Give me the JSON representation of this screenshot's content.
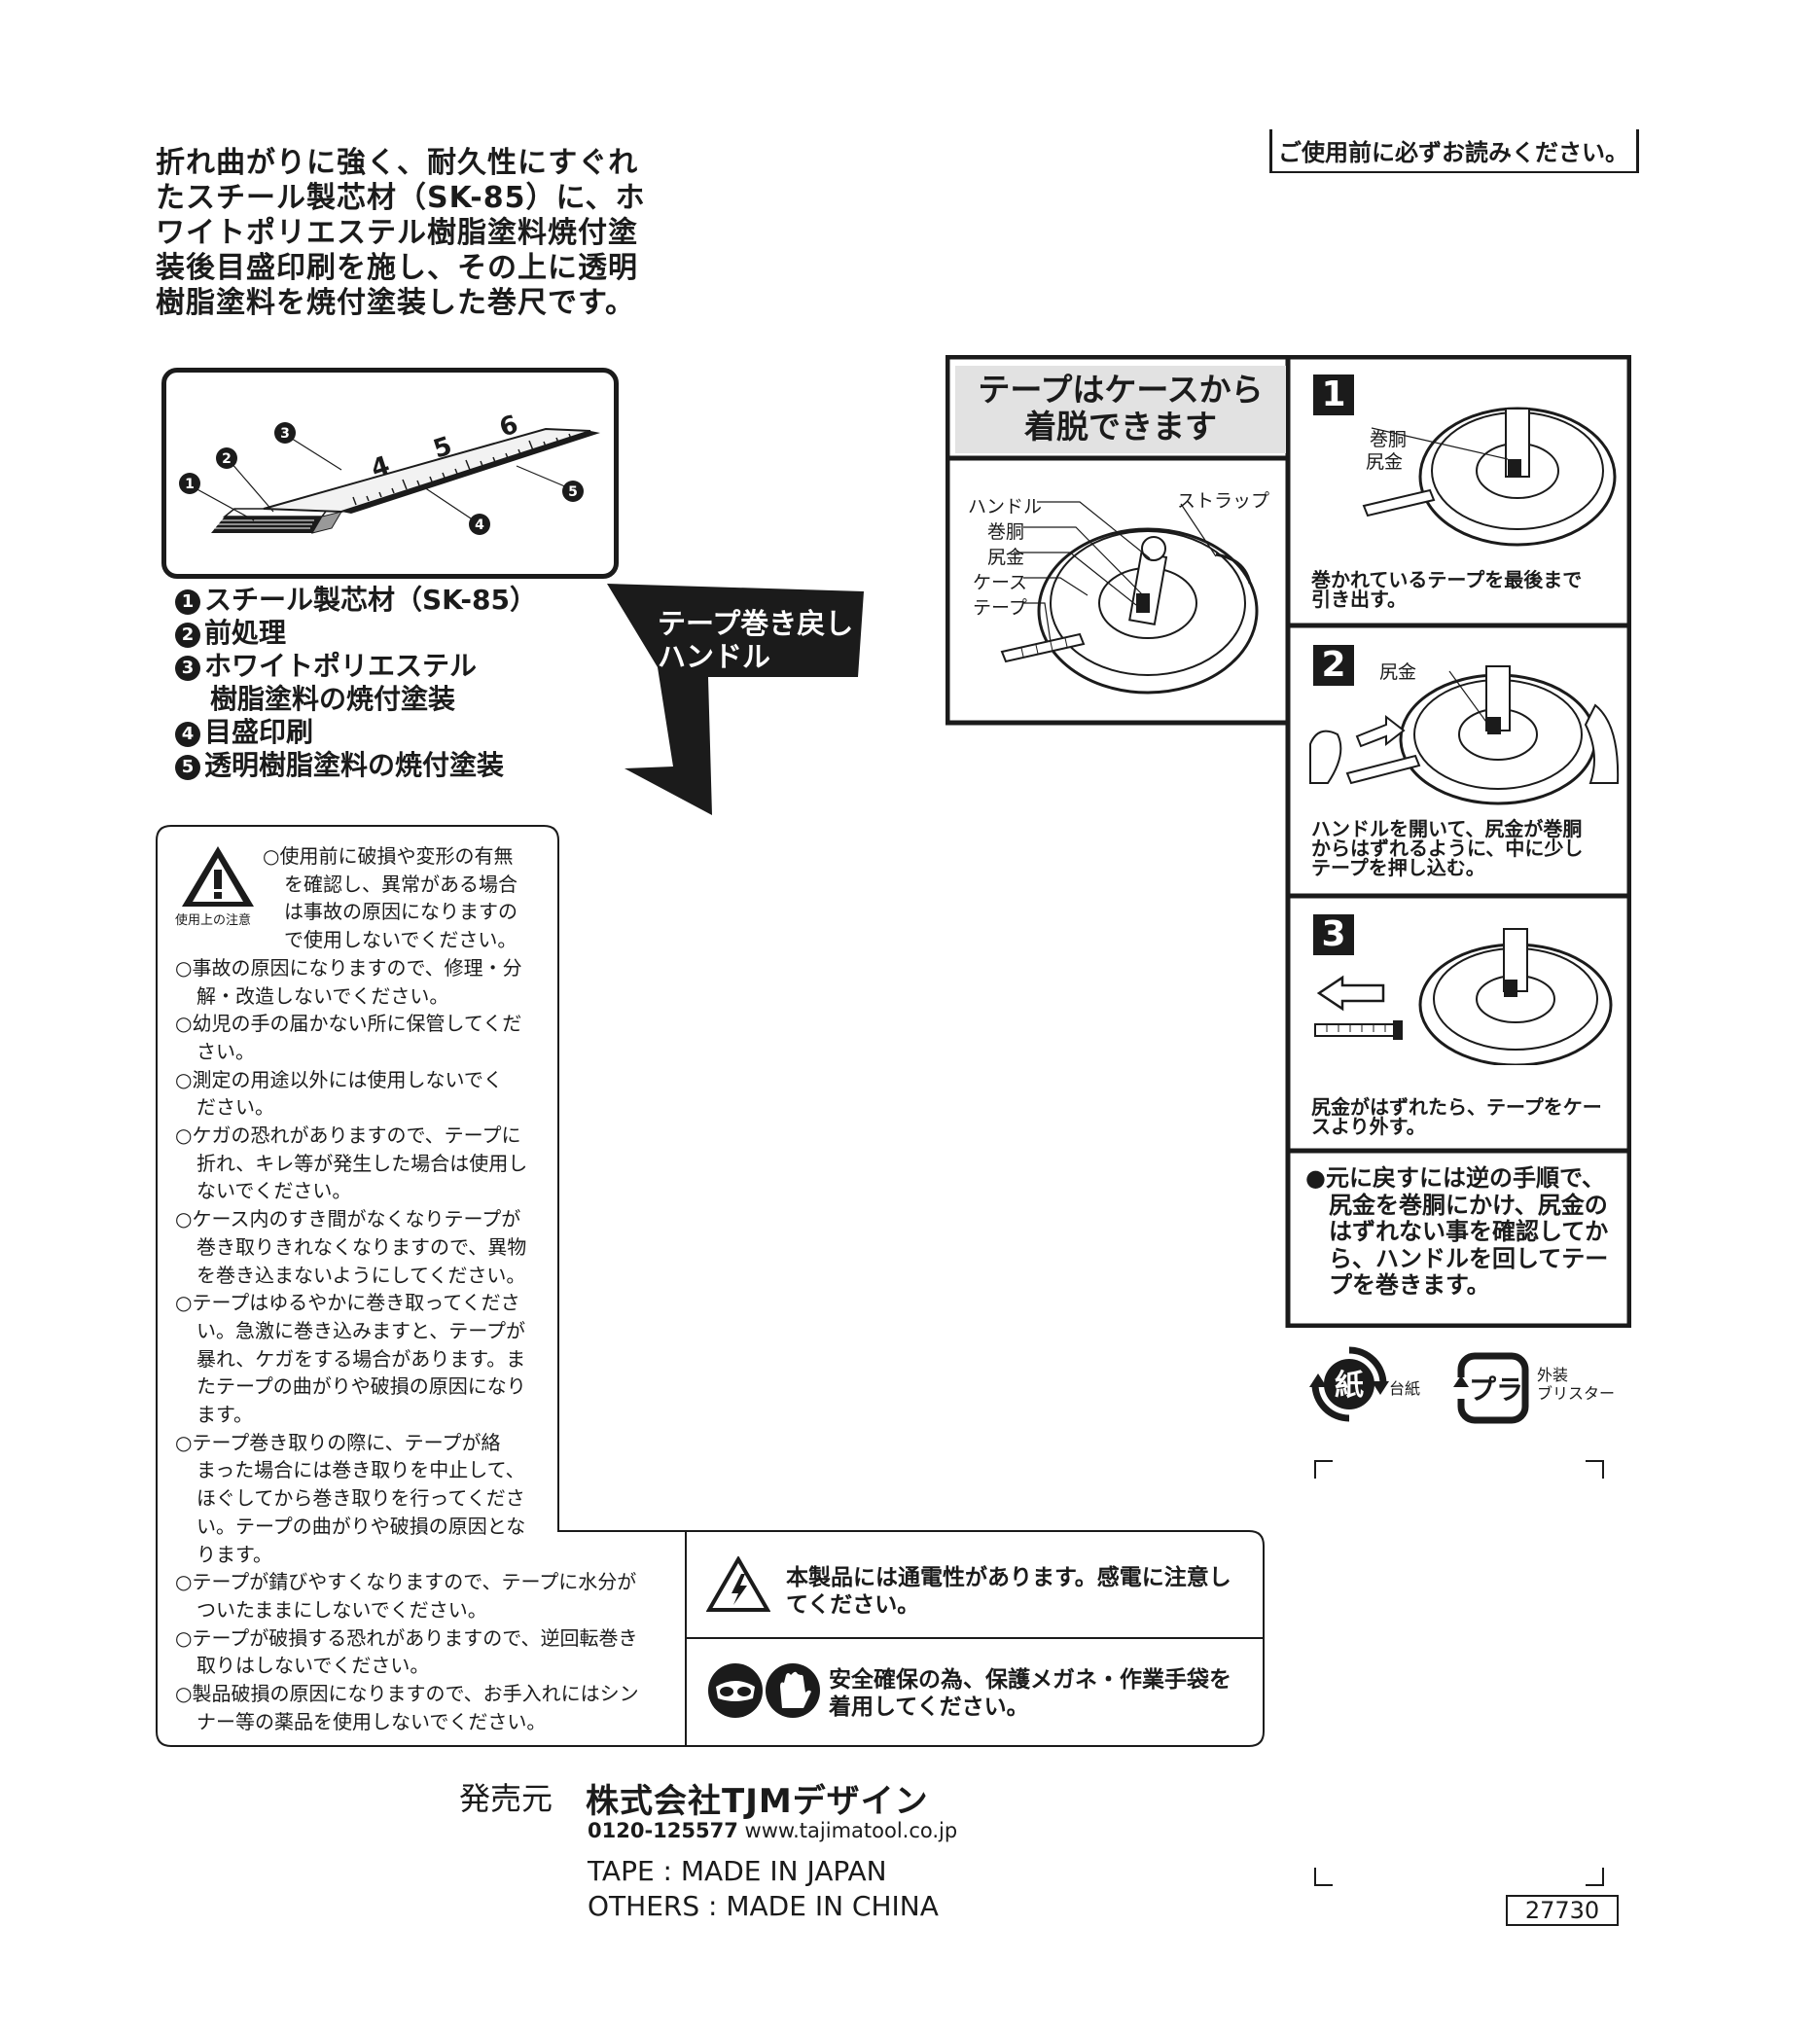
{
  "intro": {
    "lines": [
      "折れ曲がりに強く、耐久性にすぐれ",
      "たスチール製芯材（SK-85）に、ホ",
      "ワイトポリエステル樹脂塗料焼付塗",
      "装後目盛印刷を施し、その上に透明",
      "樹脂塗料を焼付塗装した巻尺です。"
    ]
  },
  "read_first": "ご使用前に必ずお読みください。",
  "tape_diagram": {
    "scale_numbers": [
      "4",
      "5",
      "6"
    ],
    "callouts": [
      "1",
      "2",
      "3",
      "4",
      "5"
    ]
  },
  "layers": [
    {
      "num": "1",
      "lines": [
        "スチール製芯材（SK-85）"
      ]
    },
    {
      "num": "2",
      "lines": [
        "前処理"
      ]
    },
    {
      "num": "3",
      "lines": [
        "ホワイトポリエステル",
        "樹脂塗料の焼付塗装"
      ]
    },
    {
      "num": "4",
      "lines": [
        "目盛印刷"
      ]
    },
    {
      "num": "5",
      "lines": [
        "透明樹脂塗料の焼付塗装"
      ]
    }
  ],
  "tape_handle_callout": [
    "テープ巻き戻し",
    "ハンドル"
  ],
  "caution": {
    "label": "使用上の注意",
    "lines": [
      {
        "t": "○使用前に破損や変形の有無",
        "indent": 1
      },
      {
        "t": "を確認し、異常がある場合",
        "indent": 2
      },
      {
        "t": "は事故の原因になりますの",
        "indent": 2
      },
      {
        "t": "で使用しないでください。",
        "indent": 2
      },
      {
        "t": "○事故の原因になりますので、修理・分",
        "indent": 0
      },
      {
        "t": "解・改造しないでください。",
        "indent": 1
      },
      {
        "t": "○幼児の手の届かない所に保管してくだ",
        "indent": 0
      },
      {
        "t": "さい。",
        "indent": 1
      },
      {
        "t": "○測定の用途以外には使用しないでく",
        "indent": 0
      },
      {
        "t": "ださい。",
        "indent": 1
      },
      {
        "t": "○ケガの恐れがありますので、テープに",
        "indent": 0
      },
      {
        "t": "折れ、キレ等が発生した場合は使用し",
        "indent": 1
      },
      {
        "t": "ないでください。",
        "indent": 1
      },
      {
        "t": "○ケース内のすき間がなくなりテープが",
        "indent": 0
      },
      {
        "t": "巻き取りきれなくなりますので、異物",
        "indent": 1
      },
      {
        "t": "を巻き込まないようにしてください。",
        "indent": 1
      },
      {
        "t": "○テープはゆるやかに巻き取ってくださ",
        "indent": 0
      },
      {
        "t": "い。急激に巻き込みますと、テープが",
        "indent": 1
      },
      {
        "t": "暴れ、ケガをする場合があります。ま",
        "indent": 1
      },
      {
        "t": "たテープの曲がりや破損の原因になり",
        "indent": 1
      },
      {
        "t": "ます。",
        "indent": 1
      },
      {
        "t": "○テープ巻き取りの際に、テープが絡",
        "indent": 0
      },
      {
        "t": "まった場合には巻き取りを中止して、",
        "indent": 1
      },
      {
        "t": "ほぐしてから巻き取りを行ってくださ",
        "indent": 1
      },
      {
        "t": "い。テープの曲がりや破損の原因とな",
        "indent": 1
      },
      {
        "t": "ります。",
        "indent": 1
      },
      {
        "t": "○テープが錆びやすくなりますので、テープに水分が",
        "indent": 0
      },
      {
        "t": "ついたままにしないでください。",
        "indent": 1
      },
      {
        "t": "○テープが破損する恐れがありますので、逆回転巻き",
        "indent": 0
      },
      {
        "t": "取りはしないでください。",
        "indent": 1
      },
      {
        "t": "○製品破損の原因になりますので、お手入れにはシン",
        "indent": 0
      },
      {
        "t": "ナー等の薬品を使用しないでください。",
        "indent": 1
      }
    ]
  },
  "electric_warning": [
    "本製品には通電性があります。感電に注意し",
    "てください。"
  ],
  "safety_notice": [
    "安全確保の為、保護メガネ・作業手袋を",
    "着用してください。"
  ],
  "detach_panel": {
    "header": [
      "テープはケースから",
      "着脱できます"
    ],
    "parts": {
      "handle": "ハンドル",
      "drum": "巻胴",
      "tail_hook": "尻金",
      "case": "ケース",
      "tape": "テープ",
      "strap": "ストラップ"
    },
    "steps": [
      {
        "num": "1",
        "labels": [
          "巻胴",
          "尻金"
        ],
        "caption": [
          "巻かれているテープを最後まで",
          "引き出す。"
        ]
      },
      {
        "num": "2",
        "labels": [
          "尻金"
        ],
        "caption": [
          "ハンドルを開いて、尻金が巻胴",
          "からはずれるように、中に少し",
          "テープを押し込む。"
        ]
      },
      {
        "num": "3",
        "labels": [],
        "caption": [
          "尻金がはずれたら、テープをケー",
          "スより外す。"
        ]
      }
    ],
    "restore": [
      "●元に戻すには逆の手順で、",
      "尻金を巻胴にかけ、尻金の",
      "はずれない事を確認してか",
      "ら、ハンドルを回してテー",
      "プを巻きます。"
    ]
  },
  "recycle": {
    "paper_mark": "紙",
    "paper_label": "台紙",
    "pla_mark": "プラ",
    "pla_label": [
      "外装",
      "ブリスター"
    ]
  },
  "seller": {
    "label": "発売元",
    "name": "株式会社TJMデザイン",
    "phone": "0120-125577",
    "url": "www.tajimatool.co.jp"
  },
  "origin": [
    "TAPE : MADE IN JAPAN",
    "OTHERS : MADE IN CHINA"
  ],
  "code": "27730"
}
